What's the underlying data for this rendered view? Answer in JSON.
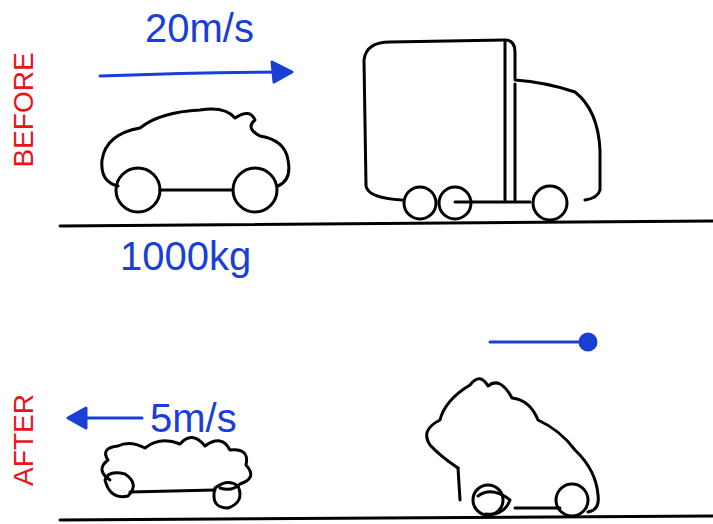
{
  "diagram": {
    "labels": [
      "BEFORE",
      "20m/s",
      "1000kg",
      "AFTER",
      "5m/s"
    ]
  }
}
